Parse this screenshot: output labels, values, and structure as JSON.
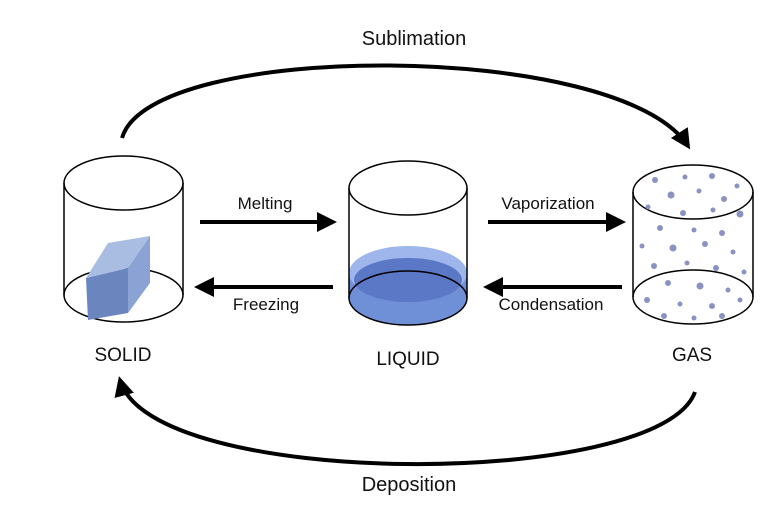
{
  "diagram": {
    "processes": {
      "sublimation": "Sublimation",
      "deposition": "Deposition",
      "melting": "Melting",
      "freezing": "Freezing",
      "vaporization": "Vaporization",
      "condensation": "Condensation"
    },
    "states": {
      "solid": "SOLID",
      "liquid": "LIQUID",
      "gas": "GAS"
    },
    "colors": {
      "stroke": "#000000",
      "solid_block_front": "#6b86bf",
      "solid_block_top": "#a9bde2",
      "solid_block_side": "#8aa2d4",
      "liquid": "#6f8fd6",
      "liquid_surface": "#5b78c6",
      "gas_particle": "#8a92c2"
    },
    "icons": [
      "solid-container-icon",
      "liquid-container-icon",
      "gas-container-icon",
      "ice-block-icon",
      "liquid-pool-icon",
      "gas-particles-icon"
    ]
  }
}
